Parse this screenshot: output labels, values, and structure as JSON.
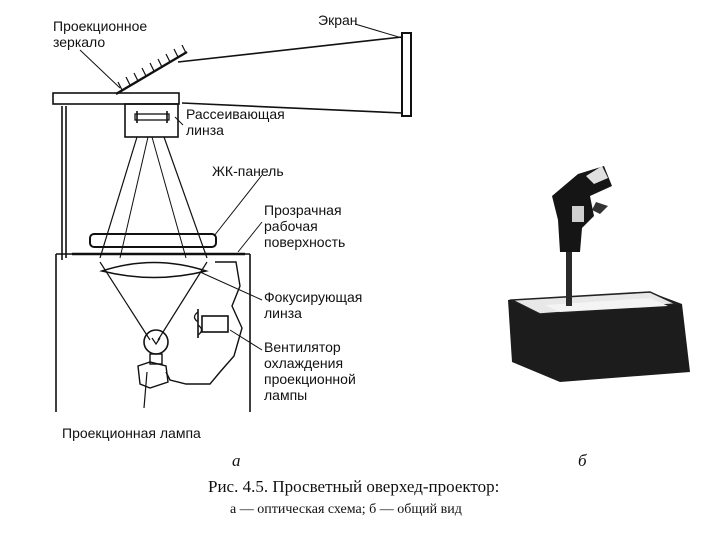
{
  "labels": {
    "mirror_l1": "Проекционное",
    "mirror_l2": "зеркало",
    "screen": "Экран",
    "lens_l1": "Рассеивающая",
    "lens_l2": "линза",
    "lcd": "ЖК-панель",
    "surface_l1": "Прозрачная",
    "surface_l2": "рабочая",
    "surface_l3": "поверхность",
    "focus_l1": "Фокусирующая",
    "focus_l2": "линза",
    "fan_l1": "Вентилятор",
    "fan_l2": "охлаждения",
    "fan_l3": "проекционной",
    "fan_l4": "лампы",
    "lamp": "Проекционная лампа"
  },
  "panel_labels": {
    "a": "а",
    "b": "б"
  },
  "caption": {
    "title": "Рис. 4.5. Просветный оверхед-проектор:",
    "subtitle": "а — оптическая схема; б — общий вид"
  }
}
